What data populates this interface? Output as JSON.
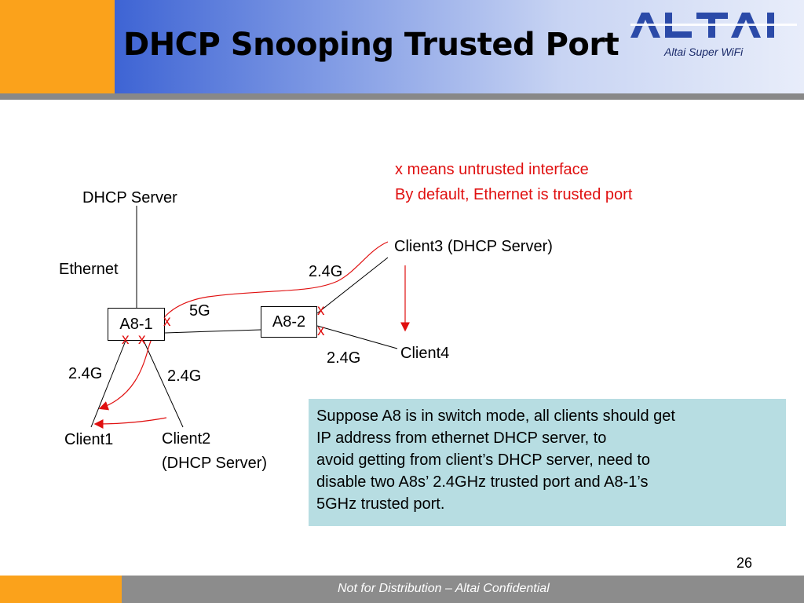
{
  "header": {
    "title": "DHCP Snooping Trusted Port",
    "logo_text": "ALTAI",
    "tagline": "Altai Super WiFi"
  },
  "diagram": {
    "legend_line1": "x means untrusted interface",
    "legend_line2": "By default, Ethernet is trusted port",
    "dhcp_server": "DHCP Server",
    "ethernet": "Ethernet",
    "node_a81": "A8-1",
    "node_a82": "A8-2",
    "link_5g": "5G",
    "link_a82_client3": "2.4G",
    "link_a82_client4": "2.4G",
    "link_a81_client1": "2.4G",
    "link_a81_client2": "2.4G",
    "client1": "Client1",
    "client2_line1": "Client2",
    "client2_line2": "(DHCP Server)",
    "client3": "Client3 (DHCP Server)",
    "client4": "Client4",
    "untrusted_mark": "x"
  },
  "note": {
    "lines": [
      "Suppose A8 is in switch mode, all clients should get",
      "IP address from ethernet DHCP server, to",
      "avoid getting from client’s DHCP server, need to",
      "disable two A8s’ 2.4GHz trusted port and  A8-1’s",
      "5GHz trusted port."
    ]
  },
  "footer": {
    "page_number": "26",
    "text": "Not for Distribution – Altai Confidential"
  },
  "colors": {
    "accent_orange": "#fba21b",
    "header_blue": "#3e64d4",
    "untrusted_red": "#e01010",
    "note_background": "#b7dde2",
    "footer_gray": "#8c8c8c"
  }
}
